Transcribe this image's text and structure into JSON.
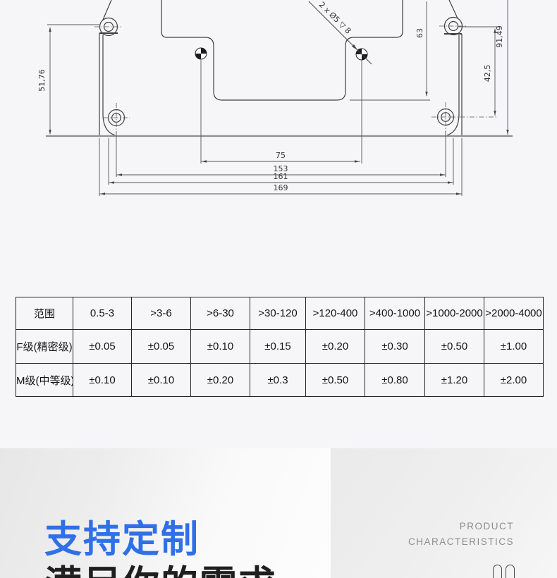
{
  "drawing": {
    "annotation": "2 x Ø5 ▽ 8",
    "dims": {
      "left_height": "51,76",
      "cutout_depth": "63",
      "hole_to_ear": "42,5",
      "right_height": "91,49",
      "datum_span": "75",
      "hole_span": "153",
      "ear_span": "161",
      "overall_width": "169"
    }
  },
  "tolerance_table": {
    "headers": [
      "范围",
      "0.5-3",
      ">3-6",
      ">6-30",
      ">30-120",
      ">120-400",
      ">400-1000",
      ">1000-2000",
      ">2000-4000"
    ],
    "rows": [
      {
        "label": "F级(精密级)",
        "values": [
          "±0.05",
          "±0.05",
          "±0.10",
          "±0.15",
          "±0.20",
          "±0.30",
          "±0.50",
          "±1.00"
        ]
      },
      {
        "label": "M级(中等级)",
        "values": [
          "±0.10",
          "±0.10",
          "±0.20",
          "±0.3",
          "±0.50",
          "±0.80",
          "±1.20",
          "±2.00"
        ]
      }
    ]
  },
  "banner": {
    "headline": "支持定制",
    "headline2": "满足你的需求",
    "aside": [
      "PRODUCT",
      "CHARACTERISTICS"
    ],
    "accent_color": "#2f6fe8"
  }
}
